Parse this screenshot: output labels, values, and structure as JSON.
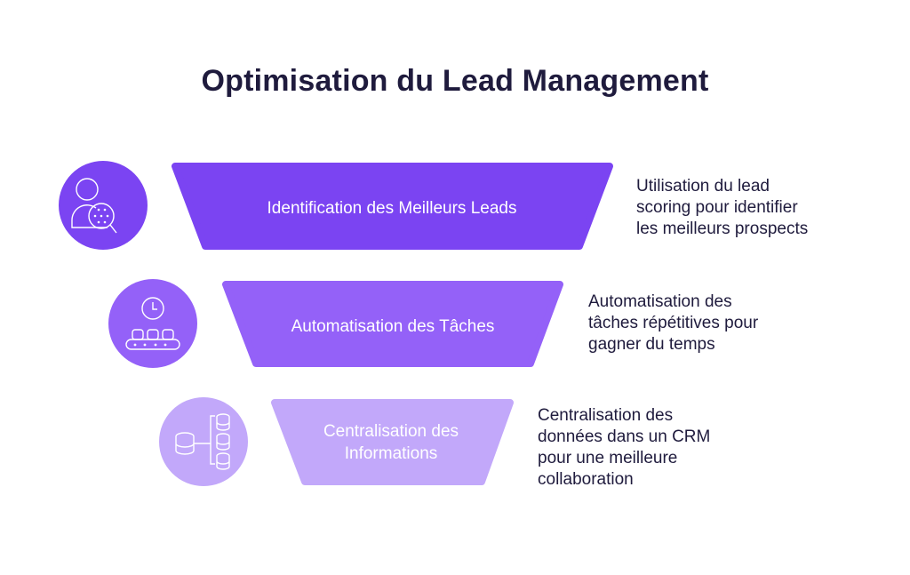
{
  "title": "Optimisation du Lead Management",
  "colors": {
    "level1": "#7b44f2",
    "level2": "#9461f8",
    "level3": "#c2a8fa",
    "title": "#1f1b3d"
  },
  "levels": [
    {
      "label": "Identification des Meilleurs Leads",
      "icon": "user-search-icon",
      "description": [
        "Utilisation du lead",
        "scoring pour identifier",
        "les meilleurs prospects"
      ]
    },
    {
      "label": "Automatisation des Tâches",
      "icon": "clock-conveyor-icon",
      "description": [
        "Automatisation des",
        "tâches répétitives pour",
        "gagner du temps"
      ]
    },
    {
      "label_lines": [
        "Centralisation des",
        "Informations"
      ],
      "icon": "database-network-icon",
      "description": [
        "Centralisation des",
        "données dans un CRM",
        "pour une meilleure",
        "collaboration"
      ]
    }
  ]
}
